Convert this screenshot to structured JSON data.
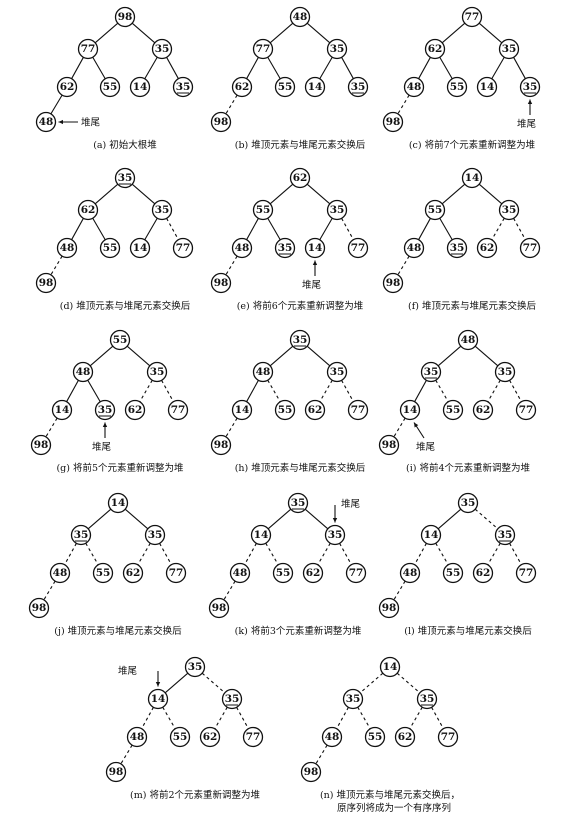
{
  "panels": [
    {
      "id": "a",
      "caption": "(a) 初始大根堆",
      "nodes": [
        "98",
        "77",
        "35",
        "62",
        "55",
        "14",
        "35",
        "48"
      ],
      "underline": [
        6
      ],
      "dashed": [],
      "annotation": {
        "text": "堆尾",
        "target": 7,
        "side": "right"
      }
    },
    {
      "id": "b",
      "caption": "(b) 堆顶元素与堆尾元素交换后",
      "nodes": [
        "48",
        "77",
        "35",
        "62",
        "55",
        "14",
        "35",
        "98"
      ],
      "underline": [
        6
      ],
      "dashed": [
        7
      ],
      "annotation": null
    },
    {
      "id": "c",
      "caption": "(c) 将前7个元素重新调整为堆",
      "nodes": [
        "77",
        "62",
        "35",
        "48",
        "55",
        "14",
        "35",
        "98"
      ],
      "underline": [
        6
      ],
      "dashed": [
        7
      ],
      "annotation": {
        "text": "堆尾",
        "target": 6,
        "side": "below"
      }
    },
    {
      "id": "d",
      "caption": "(d) 堆顶元素与堆尾元素交换后",
      "nodes": [
        "35",
        "62",
        "35",
        "48",
        "55",
        "14",
        "77",
        "98"
      ],
      "underline": [
        0
      ],
      "dashed": [
        6,
        7
      ],
      "annotation": null
    },
    {
      "id": "e",
      "caption": "(e) 将前6个元素重新调整为堆",
      "nodes": [
        "62",
        "55",
        "35",
        "48",
        "35",
        "14",
        "77",
        "98"
      ],
      "underline": [
        4
      ],
      "dashed": [
        6,
        7
      ],
      "annotation": {
        "text": "堆尾",
        "target": 5,
        "side": "below"
      }
    },
    {
      "id": "f",
      "caption": "(f) 堆顶元素与堆尾元素交换后",
      "nodes": [
        "14",
        "55",
        "35",
        "48",
        "35",
        "62",
        "77",
        "98"
      ],
      "underline": [
        4
      ],
      "dashed": [
        5,
        6,
        7
      ],
      "annotation": null
    },
    {
      "id": "g",
      "caption": "(g) 将前5个元素重新调整为堆",
      "nodes": [
        "55",
        "48",
        "35",
        "14",
        "35",
        "62",
        "77",
        "98"
      ],
      "underline": [
        4
      ],
      "dashed": [
        5,
        6,
        7
      ],
      "annotation": {
        "text": "堆尾",
        "target": 4,
        "side": "below"
      }
    },
    {
      "id": "h",
      "caption": "(h) 堆顶元素与堆尾元素交换后",
      "nodes": [
        "35",
        "48",
        "35",
        "14",
        "55",
        "62",
        "77",
        "98"
      ],
      "underline": [
        0
      ],
      "dashed": [
        4,
        5,
        6,
        7
      ],
      "annotation": null
    },
    {
      "id": "i",
      "caption": "(i) 将前4个元素重新调整为堆",
      "nodes": [
        "48",
        "35",
        "35",
        "14",
        "55",
        "62",
        "77",
        "98"
      ],
      "underline": [
        1
      ],
      "dashed": [
        4,
        5,
        6,
        7
      ],
      "annotation": {
        "text": "堆尾",
        "target": 3,
        "side": "belowright"
      }
    },
    {
      "id": "j",
      "caption": "(j) 堆顶元素与堆尾元素交换后",
      "nodes": [
        "14",
        "35",
        "35",
        "48",
        "55",
        "62",
        "77",
        "98"
      ],
      "underline": [
        1
      ],
      "dashed": [
        3,
        4,
        5,
        6,
        7
      ],
      "annotation": null
    },
    {
      "id": "k",
      "caption": "(k) 将前3个元素重新调整为堆",
      "nodes": [
        "35",
        "14",
        "35",
        "48",
        "55",
        "62",
        "77",
        "98"
      ],
      "underline": [
        0
      ],
      "dashed": [
        3,
        4,
        5,
        6,
        7
      ],
      "annotation": {
        "text": "堆尾",
        "target": 2,
        "side": "above"
      }
    },
    {
      "id": "l",
      "caption": "(l) 堆顶元素与堆尾元素交换后",
      "nodes": [
        "35",
        "14",
        "35",
        "48",
        "55",
        "62",
        "77",
        "98"
      ],
      "underline": [
        2
      ],
      "dashed": [
        2,
        3,
        4,
        5,
        6,
        7
      ],
      "annotation": null
    },
    {
      "id": "m",
      "caption": "(m) 将前2个元素重新调整为堆",
      "nodes": [
        "35",
        "14",
        "35",
        "48",
        "55",
        "62",
        "77",
        "98"
      ],
      "underline": [
        2
      ],
      "dashed": [
        2,
        3,
        4,
        5,
        6,
        7
      ],
      "annotation": {
        "text": "堆尾",
        "target": 1,
        "side": "aboveleft"
      }
    },
    {
      "id": "n",
      "caption": "(n) 堆顶元素与堆尾元素交换后，",
      "caption2": "原序列将成为一个有序序列",
      "nodes": [
        "14",
        "35",
        "35",
        "48",
        "55",
        "62",
        "77",
        "98"
      ],
      "underline": [
        2
      ],
      "dashed": [
        1,
        2,
        3,
        4,
        5,
        6,
        7
      ],
      "annotation": null
    }
  ]
}
